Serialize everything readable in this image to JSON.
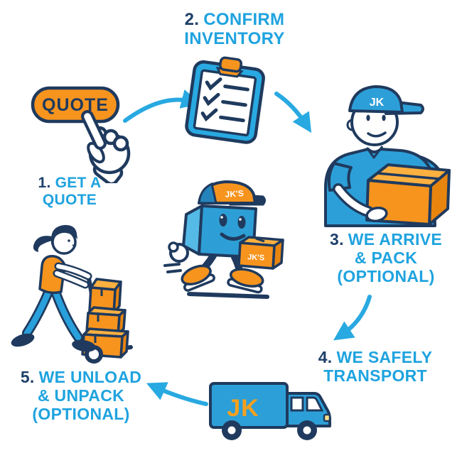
{
  "colors": {
    "step_text_blue": "#1FA3DF",
    "step_number_navy": "#1E4069",
    "arrow_blue": "#29A9E1",
    "outline_navy": "#1F3A5E",
    "brand_blue": "#2D9FD8",
    "light_blue": "#55BAE6",
    "orange": "#F7941E",
    "light_orange": "#FBB040",
    "dark_orange": "#E8850F",
    "white": "#FFFFFF"
  },
  "steps": [
    {
      "number": "1.",
      "line1": "GET A",
      "line2": "QUOTE",
      "line3": ""
    },
    {
      "number": "2.",
      "line1": "CONFIRM",
      "line2": "INVENTORY",
      "line3": ""
    },
    {
      "number": "3.",
      "line1": "WE ARRIVE",
      "line2": "& PACK",
      "line3": "(OPTIONAL)"
    },
    {
      "number": "4.",
      "line1": "WE SAFELY",
      "line2": "TRANSPORT",
      "line3": ""
    },
    {
      "number": "5.",
      "line1": "WE UNLOAD",
      "line2": "& UNPACK",
      "line3": "(OPTIONAL)"
    }
  ],
  "quote_button": {
    "label": "QUOTE"
  },
  "worker": {
    "cap_label": "JK"
  },
  "mascot": {
    "cap_label": "JK'S",
    "box_label": "JK'S"
  },
  "truck": {
    "label": "JK"
  },
  "illustrations": {
    "hand_cursor": "hand-cursor-icon",
    "clipboard": "clipboard-checklist-icon",
    "worker": "mover-holding-box-illustration",
    "mascot": "box-mascot-walking-illustration",
    "woman": "woman-pushing-hand-truck-illustration",
    "truck": "moving-truck-icon",
    "arrows": "curved-flow-arrow-icon"
  }
}
